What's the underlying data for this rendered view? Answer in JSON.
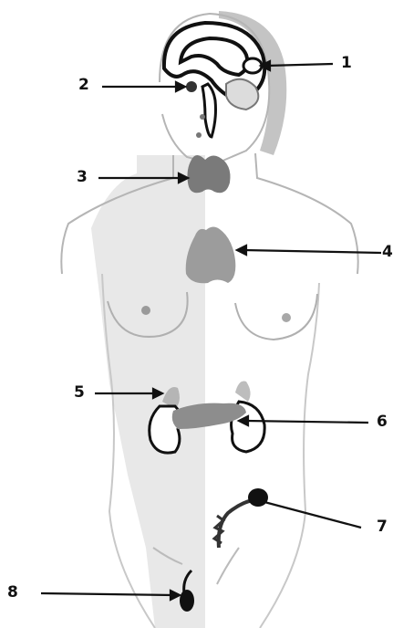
{
  "labels": {
    "n1": "1",
    "n2": "2",
    "n3": "3",
    "n4": "4",
    "n5": "5",
    "n6": "6",
    "n7": "7",
    "n8": "8"
  },
  "colors": {
    "skin_shadow": "#e6e6e6",
    "hair": "#c8c8c8",
    "outline": "#8a8a8a",
    "organ_dark": "#7f7f7f",
    "organ_mid": "#9a9a9a",
    "arrow": "#111111"
  }
}
